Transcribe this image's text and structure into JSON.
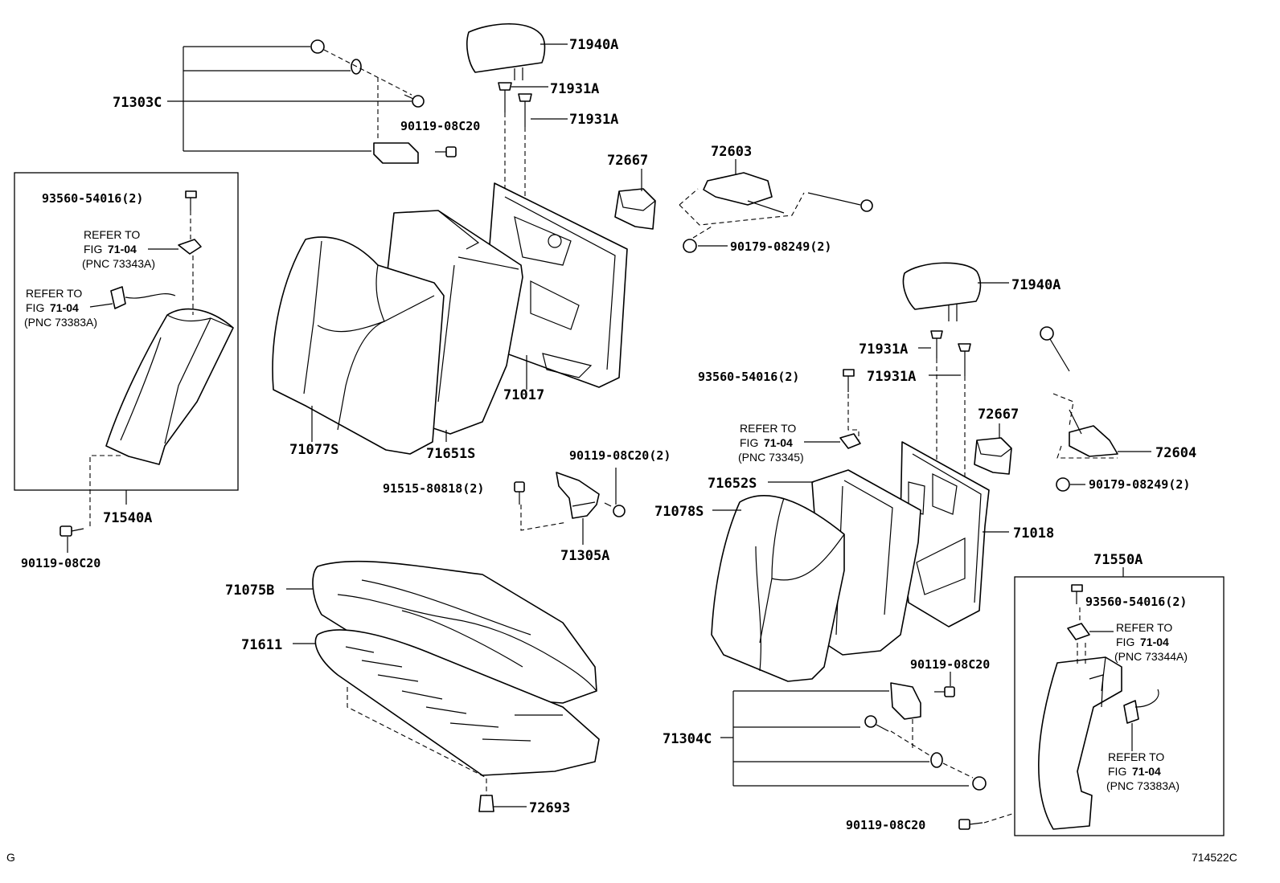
{
  "diagram": {
    "part_numbers": {
      "p71303C": "71303C",
      "p71940A_top": "71940A",
      "p71931A_1": "71931A",
      "p71931A_2": "71931A",
      "p90119_08C20_top": "90119-08C20",
      "p72667_top": "72667",
      "p72603": "72603",
      "p90179_08249_top": "90179-08249(2)",
      "p93560_54016_left": "93560-54016(2)",
      "p71017": "71017",
      "p71077S": "71077S",
      "p71651S": "71651S",
      "p71540A": "71540A",
      "p90119_08C20_left": "90119-08C20",
      "p90119_08C20_2": "90119-08C20(2)",
      "p91515_80818": "91515-80818(2)",
      "p71305A": "71305A",
      "p71940A_right": "71940A",
      "p71931A_3": "71931A",
      "p71931A_4": "71931A",
      "p93560_54016_mid": "93560-54016(2)",
      "p72667_right": "72667",
      "p72604": "72604",
      "p90179_08249_right": "90179-08249(2)",
      "p71652S": "71652S",
      "p71078S": "71078S",
      "p71018": "71018",
      "p71550A": "71550A",
      "p93560_54016_right": "93560-54016(2)",
      "p71075B": "71075B",
      "p71611": "71611",
      "p90119_08C20_mid": "90119-08C20",
      "p71304C": "71304C",
      "p72693": "72693",
      "p90119_08C20_bottom": "90119-08C20"
    },
    "refs": {
      "r1": {
        "l1": "REFER TO",
        "fig": "FIG",
        "num": "71-04",
        "pnc": "(PNC 73343A)"
      },
      "r2": {
        "l1": "REFER TO",
        "fig": "FIG",
        "num": "71-04",
        "pnc": "(PNC 73383A)"
      },
      "r3": {
        "l1": "REFER TO",
        "fig": "FIG",
        "num": "71-04",
        "pnc": "(PNC 73345)"
      },
      "r4": {
        "l1": "REFER TO",
        "fig": "FIG",
        "num": "71-04",
        "pnc": "(PNC 73344A)"
      },
      "r5": {
        "l1": "REFER TO",
        "fig": "FIG",
        "num": "71-04",
        "pnc": "(PNC 73383A)"
      }
    },
    "corner_left": "G",
    "corner_right": "714522C"
  }
}
